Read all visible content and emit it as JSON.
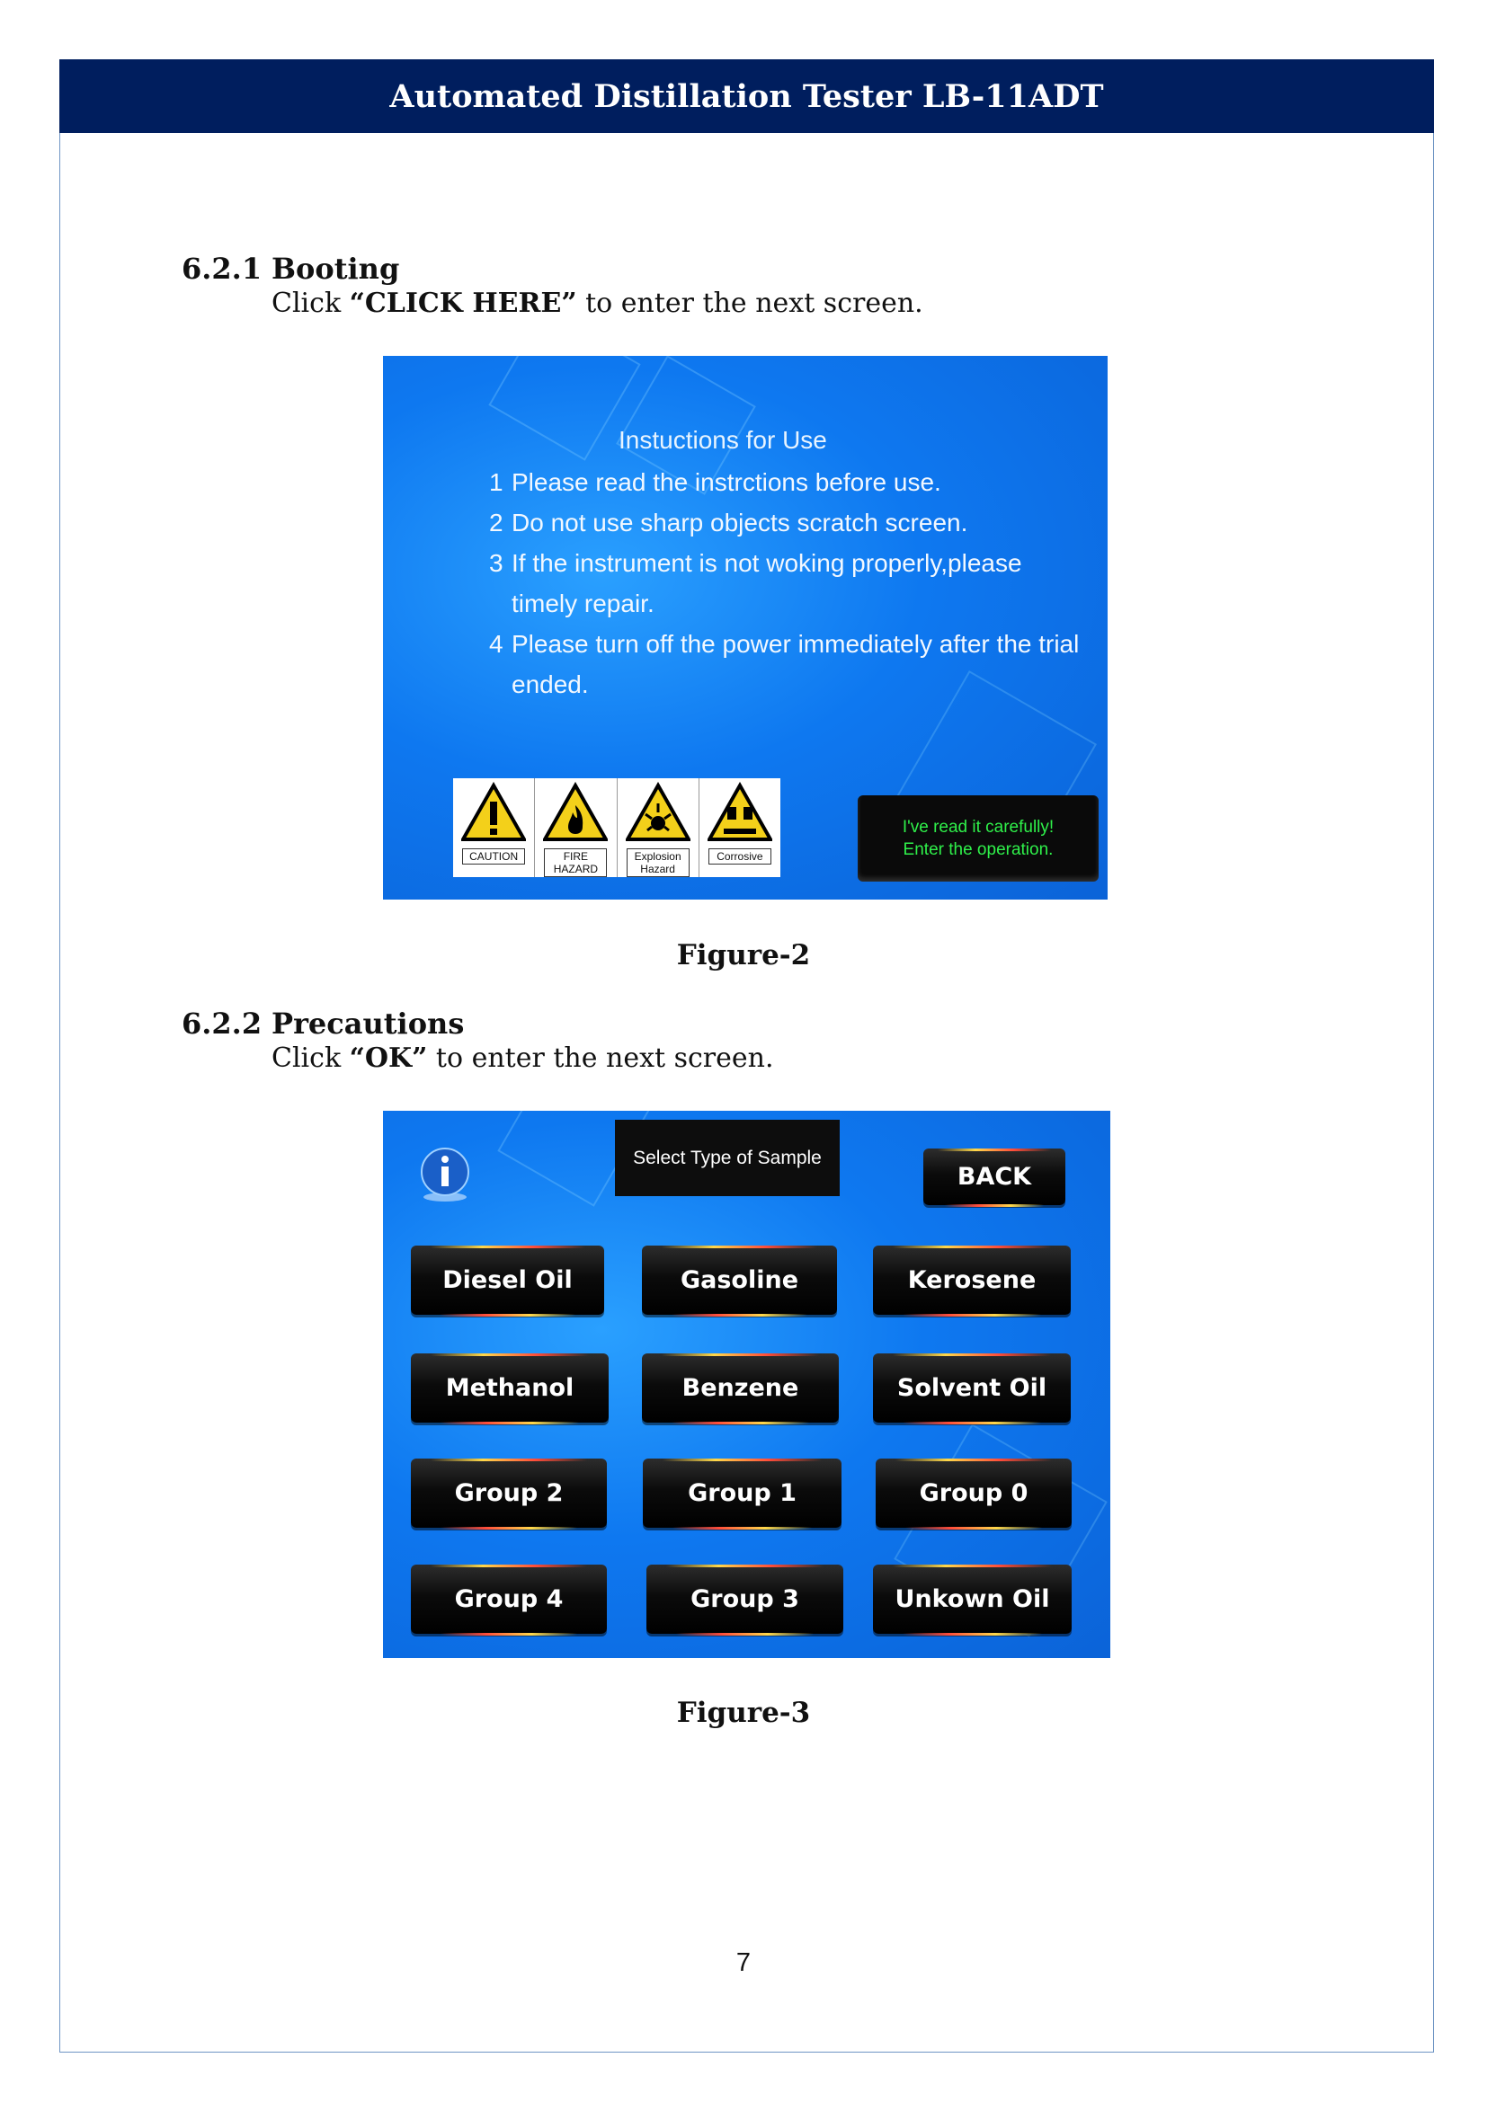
{
  "header": {
    "title": "Automated Distillation Tester LB-11ADT"
  },
  "section1": {
    "number": "6.2.1",
    "title": "Booting",
    "instr_pre": "Click ",
    "instr_bold": "“CLICK HERE”",
    "instr_post": " to enter the next screen."
  },
  "figure2": {
    "title": "Instuctions for Use",
    "items": [
      {
        "n": "1",
        "text": "Please read the instrctions before use."
      },
      {
        "n": "2",
        "text": "Do not use sharp objects scratch screen."
      },
      {
        "n": "3",
        "text": "If the instrument is not woking properly,please timely repair."
      },
      {
        "n": "4",
        "text": "Please turn off the power immediately after the trial ended."
      }
    ],
    "signs": [
      {
        "label": "CAUTION",
        "icon": "caution-icon"
      },
      {
        "label": "FIRE HAZARD",
        "icon": "fire-hazard-icon"
      },
      {
        "label": "Explosion Hazard",
        "icon": "explosion-hazard-icon"
      },
      {
        "label": "Corrosive",
        "icon": "corrosive-icon"
      }
    ],
    "button_line1": "I've read it carefully!",
    "button_line2": "Enter the operation.",
    "caption": "Figure-2"
  },
  "section2": {
    "number": "6.2.2",
    "title": "Precautions",
    "instr_pre": "Click ",
    "instr_bold": "“OK”",
    "instr_post": " to enter the next screen."
  },
  "figure3": {
    "header_label": "Select Type of Sample",
    "back": "BACK",
    "buttons": [
      "Diesel Oil",
      "Gasoline",
      "Kerosene",
      "Methanol",
      "Benzene",
      "Solvent Oil",
      "Group 2",
      "Group 1",
      "Group 0",
      "Group 4",
      "Group 3",
      "Unkown Oil"
    ],
    "caption": "Figure-3"
  },
  "page_number": "7",
  "colors": {
    "header_bg": "#001e5e",
    "screen_blue": "#0e78f0",
    "button_green_text": "#2ff04a"
  }
}
